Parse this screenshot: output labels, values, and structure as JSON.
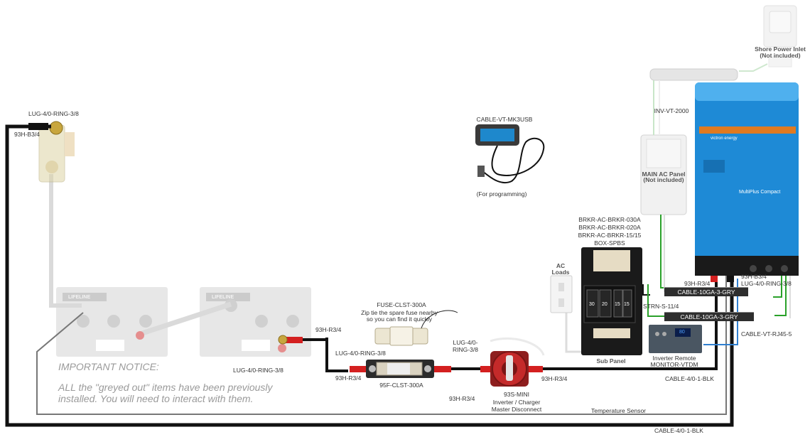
{
  "labels": {
    "lug_top": "LUG-4/0-RING-3/8",
    "cable_93h_b34_left": "93H-B3/4",
    "cable_vt_mk3usb": "CABLE-VT-MK3USB",
    "for_programming": "(For programming)",
    "inv_vt_2000": "INV-VT-2000",
    "main_ac_panel": "MAIN AC Panel",
    "main_ac_not_included": "(Not included)",
    "shore_power_inlet": "Shore Power Inlet",
    "shore_not_included": "(Not included)",
    "brkr_030a": "BRKR-AC-BRKR-030A",
    "brkr_020a": "BRKR-AC-BRKR-020A",
    "brkr_1515": "BRKR-AC-BRKR-15/15",
    "box_spbs": "BOX-SPBS",
    "ac_loads_1": "AC",
    "ac_loads_2": "Loads",
    "strn_s_11_4": "STRN-S-11/4",
    "sub_panel": "Sub Panel",
    "inverter_remote": "Inverter Remote",
    "monitor_vtdm": "MONITOR-VTDM",
    "h93_r34_right": "93H-R3/4",
    "h93_b34_right": "93H-B3/4",
    "lug_right": "LUG-4/0-RING-3/8",
    "cable_10ga_1": "CABLE-10GA-3-GRY",
    "cable_10ga_2": "CABLE-10GA-3-GRY",
    "cable_vt_rj45": "CABLE-VT-RJ45-5",
    "cable_4_0_blk_right": "CABLE-4/0-1-BLK",
    "cable_4_0_blk_bottom": "CABLE-4/0-1-BLK",
    "temperature_sensor": "Temperature Sensor",
    "fuse_clst_300a": "FUSE-CLST-300A",
    "zip_tie_1": "Zip tie the spare fuse nearby",
    "zip_tie_2": "so you can find it quickly",
    "h93_r34_top": "93H-R3/4",
    "lug_fuse_left": "LUG-4/0-RING-3/8",
    "lug_battery": "LUG-4/0-RING-3/8",
    "lug_switch_1": "LUG-4/0-",
    "lug_switch_2": "RING-3/8",
    "h93_r34_fuse_bottom": "93H-R3/4",
    "clst_300a": "95F-CLST-300A",
    "h93_r34_switch_bottom": "93H-R3/4",
    "h93_r34_switch_right": "93H-R3/4",
    "switch_93s_mini": "93S-MINI",
    "switch_desc_1": "Inverter / Charger",
    "switch_desc_2": "Master Disconnect",
    "notice_head": "IMPORTANT NOTICE:",
    "notice_body": "ALL the \"greyed out\" items have been previously installed. You will need to interact with them.",
    "battery_brand_1": "LIFELINE",
    "battery_brand_2": "LIFELINE",
    "inverter_brand": "victron energy",
    "inverter_model": "MultiPlus Compact",
    "remote_display": "80",
    "breaker_30": "30",
    "breaker_20": "20",
    "breaker_15a": "15",
    "breaker_15b": "15"
  },
  "colors": {
    "cable_black": "#111111",
    "cable_red": "#d42020",
    "cable_green": "#2aa12a",
    "cable_blue": "#2f7fd0",
    "inverter_blue": "#1e8ad6",
    "greyed": "#d9d9d9",
    "temp_sensor": "#7a7a7a"
  }
}
